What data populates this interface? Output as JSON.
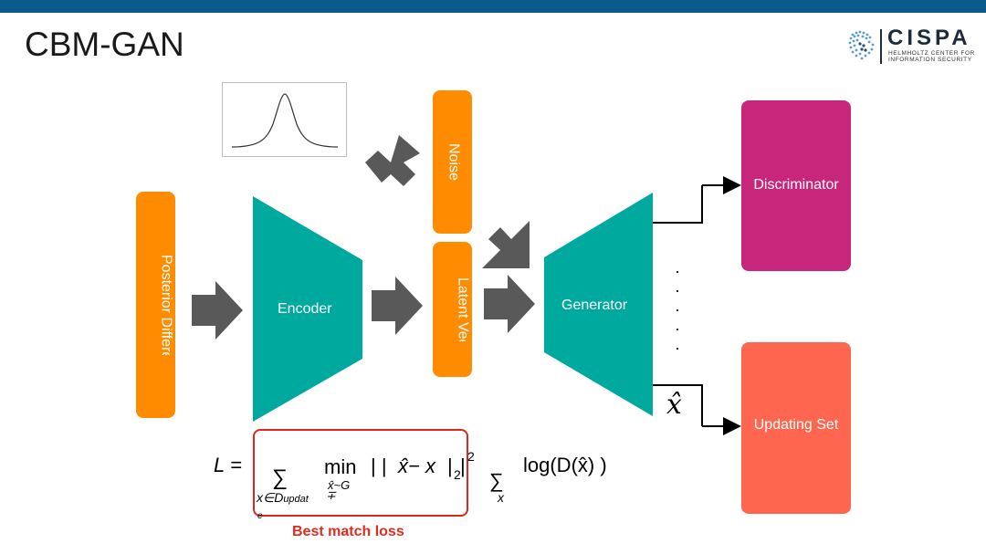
{
  "slide": {
    "title": "CBM-GAN"
  },
  "logo": {
    "name": "CISPA",
    "subtitle_line1": "HELMHOLTZ CENTER FOR",
    "subtitle_line2": "INFORMATION SECURITY"
  },
  "colors": {
    "top_bar": "#0a5a8c",
    "orange": "#ff8c00",
    "teal": "#00a99d",
    "discriminator": "#c8267a",
    "updating_set": "#ff6650",
    "arrow_gray": "#595959",
    "red": "#d9291c"
  },
  "blocks": {
    "posterior": "Posterior Difference",
    "encoder": "Encoder",
    "noise": "Noise",
    "latent": "Latent Vector",
    "generator": "Generator",
    "discriminator": "Discriminator",
    "updating_set": "Updating Set"
  },
  "diagram": {
    "dots": ". . . . .",
    "xhat": "x̂"
  },
  "formula": {
    "lhs": "L =",
    "sum": "∑",
    "sum_sub": "x∈D",
    "sum_sub_index": "updat",
    "sum_sub_e": "e",
    "min": "min",
    "min_sub": "x̂~G",
    "min_sub_extra": "∓",
    "norm_left": "| |",
    "diff": "x̂− x",
    "norm_right": "|",
    "norm_sub": "2",
    "norm_bar": "|",
    "power": "2",
    "sum2": "∑",
    "sum2_sub": "x",
    "log": "log(D(x̂) )"
  },
  "loss_label": "Best match loss"
}
